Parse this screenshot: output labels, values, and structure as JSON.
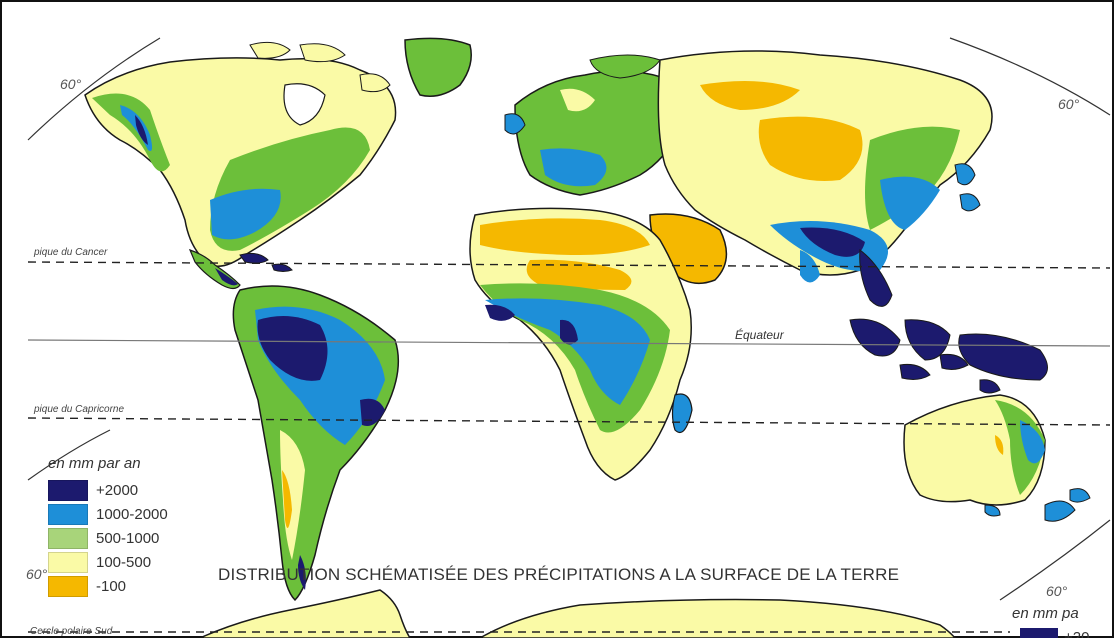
{
  "map": {
    "title": "DISTRIBUTION SCHÉMATISÉE DES PRÉCIPITATIONS A LA SURFACE DE LA TERRE",
    "graticule_labels": {
      "lat_60_top_left": "60°",
      "lat_60_top_right": "60°",
      "lat_60_bottom_left": "60°",
      "lat_60_bottom_right": "60°"
    },
    "line_labels": {
      "tropic_cancer": "pique du Cancer",
      "equator": "Équateur",
      "tropic_capricorn": "pique du Capricorne",
      "polar_south": "Cercle polaire Sud"
    },
    "legend": {
      "title": "en mm par an",
      "items": [
        {
          "label": "+2000",
          "color": "#1c1a6e"
        },
        {
          "label": "1000-2000",
          "color": "#1e8fd8"
        },
        {
          "label": "500-1000",
          "color": "#a8d47a"
        },
        {
          "label": "100-500",
          "color": "#fafaa6"
        },
        {
          "label": "-100",
          "color": "#f5b800"
        }
      ]
    },
    "legend_right": {
      "title": "en mm pa",
      "first_label": "+20"
    },
    "colors": {
      "background": "#ffffff",
      "ocean": "#ffffff",
      "coast": "#1a1a1a",
      "green_zone": "#6cbf3a",
      "border": "#000000"
    }
  }
}
